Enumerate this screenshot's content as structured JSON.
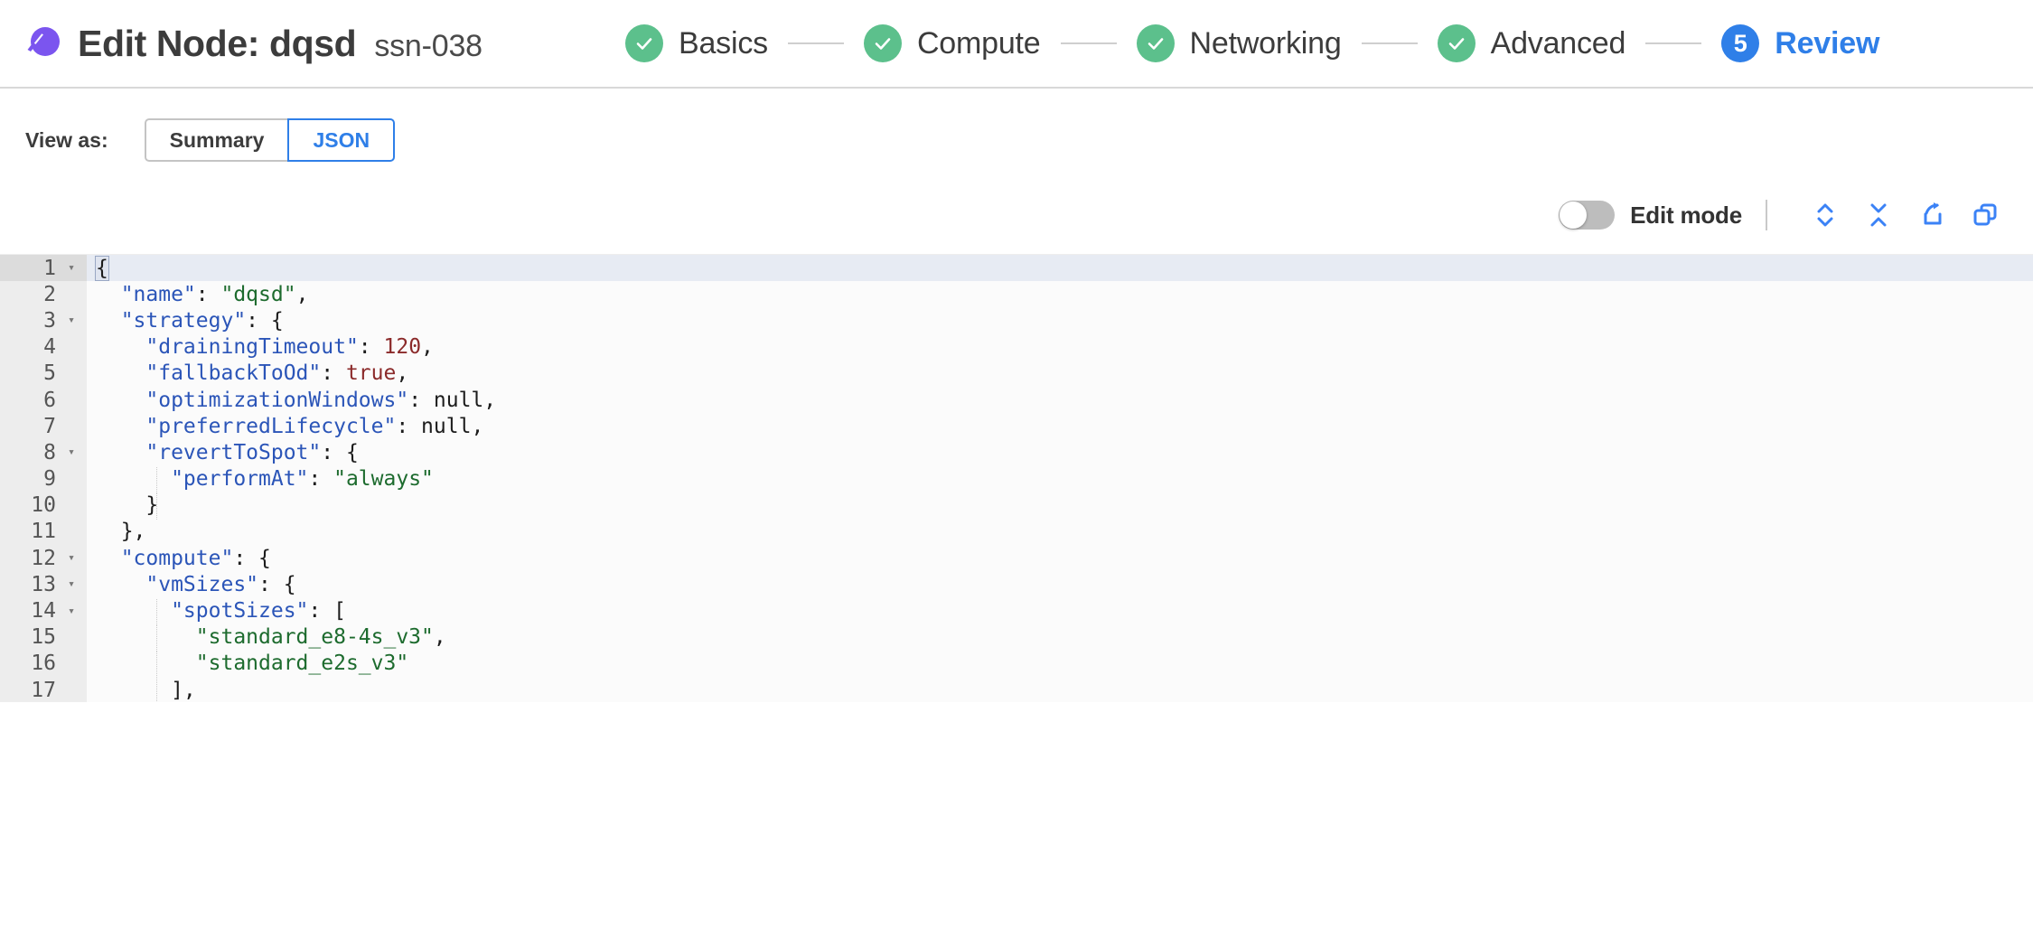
{
  "header": {
    "logo_icon": "spot-comet-logo",
    "title": "Edit Node: dqsd",
    "subtitle": "ssn-038"
  },
  "stepper": {
    "steps": [
      {
        "label": "Basics",
        "state": "done",
        "marker": "✓"
      },
      {
        "label": "Compute",
        "state": "done",
        "marker": "✓"
      },
      {
        "label": "Networking",
        "state": "done",
        "marker": "✓"
      },
      {
        "label": "Advanced",
        "state": "done",
        "marker": "✓"
      },
      {
        "label": "Review",
        "state": "current",
        "marker": "5"
      }
    ],
    "done_color": "#5cc08c",
    "current_color": "#2f7fe8"
  },
  "view_as": {
    "label": "View as:",
    "options": [
      "Summary",
      "JSON"
    ],
    "selected": "JSON"
  },
  "editor_toolbar": {
    "edit_mode_label": "Edit mode",
    "edit_mode_on": false,
    "icons": [
      {
        "name": "expand-all-icon",
        "title": "Expand all"
      },
      {
        "name": "collapse-all-icon",
        "title": "Collapse all"
      },
      {
        "name": "export-icon",
        "title": "Export"
      },
      {
        "name": "copy-icon",
        "title": "Copy"
      }
    ],
    "icon_color": "#3b82f6"
  },
  "json_editor": {
    "active_line": 1,
    "lines": [
      {
        "num": 1,
        "foldable": true,
        "indent": 0,
        "tokens": [
          {
            "t": "{",
            "c": "p",
            "box": true
          }
        ],
        "caret": true
      },
      {
        "num": 2,
        "foldable": false,
        "indent": 0,
        "tokens": [
          {
            "t": "  \"name\"",
            "c": "k"
          },
          {
            "t": ": ",
            "c": "p"
          },
          {
            "t": "\"dqsd\"",
            "c": "s"
          },
          {
            "t": ",",
            "c": "p"
          }
        ]
      },
      {
        "num": 3,
        "foldable": true,
        "indent": 0,
        "tokens": [
          {
            "t": "  \"strategy\"",
            "c": "k"
          },
          {
            "t": ": {",
            "c": "p"
          }
        ]
      },
      {
        "num": 4,
        "foldable": false,
        "indent": 0,
        "tokens": [
          {
            "t": "    \"drainingTimeout\"",
            "c": "k"
          },
          {
            "t": ": ",
            "c": "p"
          },
          {
            "t": "120",
            "c": "n"
          },
          {
            "t": ",",
            "c": "p"
          }
        ]
      },
      {
        "num": 5,
        "foldable": false,
        "indent": 0,
        "tokens": [
          {
            "t": "    \"fallbackToOd\"",
            "c": "k"
          },
          {
            "t": ": ",
            "c": "p"
          },
          {
            "t": "true",
            "c": "b"
          },
          {
            "t": ",",
            "c": "p"
          }
        ]
      },
      {
        "num": 6,
        "foldable": false,
        "indent": 0,
        "tokens": [
          {
            "t": "    \"optimizationWindows\"",
            "c": "k"
          },
          {
            "t": ": ",
            "c": "p"
          },
          {
            "t": "null",
            "c": "nl"
          },
          {
            "t": ",",
            "c": "p"
          }
        ]
      },
      {
        "num": 7,
        "foldable": false,
        "indent": 0,
        "tokens": [
          {
            "t": "    \"preferredLifecycle\"",
            "c": "k"
          },
          {
            "t": ": ",
            "c": "p"
          },
          {
            "t": "null",
            "c": "nl"
          },
          {
            "t": ",",
            "c": "p"
          }
        ]
      },
      {
        "num": 8,
        "foldable": true,
        "indent": 0,
        "tokens": [
          {
            "t": "    \"revertToSpot\"",
            "c": "k"
          },
          {
            "t": ": {",
            "c": "p"
          }
        ]
      },
      {
        "num": 9,
        "foldable": false,
        "indent": 1,
        "tokens": [
          {
            "t": "      \"performAt\"",
            "c": "k"
          },
          {
            "t": ": ",
            "c": "p"
          },
          {
            "t": "\"always\"",
            "c": "s"
          }
        ]
      },
      {
        "num": 10,
        "foldable": false,
        "indent": 1,
        "tokens": [
          {
            "t": "    }",
            "c": "p"
          }
        ]
      },
      {
        "num": 11,
        "foldable": false,
        "indent": 0,
        "tokens": [
          {
            "t": "  },",
            "c": "p"
          }
        ]
      },
      {
        "num": 12,
        "foldable": true,
        "indent": 0,
        "tokens": [
          {
            "t": "  \"compute\"",
            "c": "k"
          },
          {
            "t": ": {",
            "c": "p"
          }
        ]
      },
      {
        "num": 13,
        "foldable": true,
        "indent": 0,
        "tokens": [
          {
            "t": "    \"vmSizes\"",
            "c": "k"
          },
          {
            "t": ": {",
            "c": "p"
          }
        ]
      },
      {
        "num": 14,
        "foldable": true,
        "indent": 1,
        "tokens": [
          {
            "t": "      \"spotSizes\"",
            "c": "k"
          },
          {
            "t": ": [",
            "c": "p"
          }
        ]
      },
      {
        "num": 15,
        "foldable": false,
        "indent": 1,
        "tokens": [
          {
            "t": "        \"standard_e8-4s_v3\"",
            "c": "s"
          },
          {
            "t": ",",
            "c": "p"
          }
        ]
      },
      {
        "num": 16,
        "foldable": false,
        "indent": 1,
        "tokens": [
          {
            "t": "        \"standard_e2s_v3\"",
            "c": "s"
          }
        ]
      },
      {
        "num": 17,
        "foldable": false,
        "indent": 1,
        "tokens": [
          {
            "t": "      ],",
            "c": "p"
          }
        ]
      }
    ],
    "colors": {
      "key": "#2b55b8",
      "string": "#1d6b2e",
      "number": "#8b2a2a",
      "boolean": "#8b2a2a",
      "null": "#1c1c1c",
      "punctuation": "#1c1c1c",
      "gutter_bg": "#ededed",
      "active_line_bg": "#e7ebf3"
    }
  }
}
